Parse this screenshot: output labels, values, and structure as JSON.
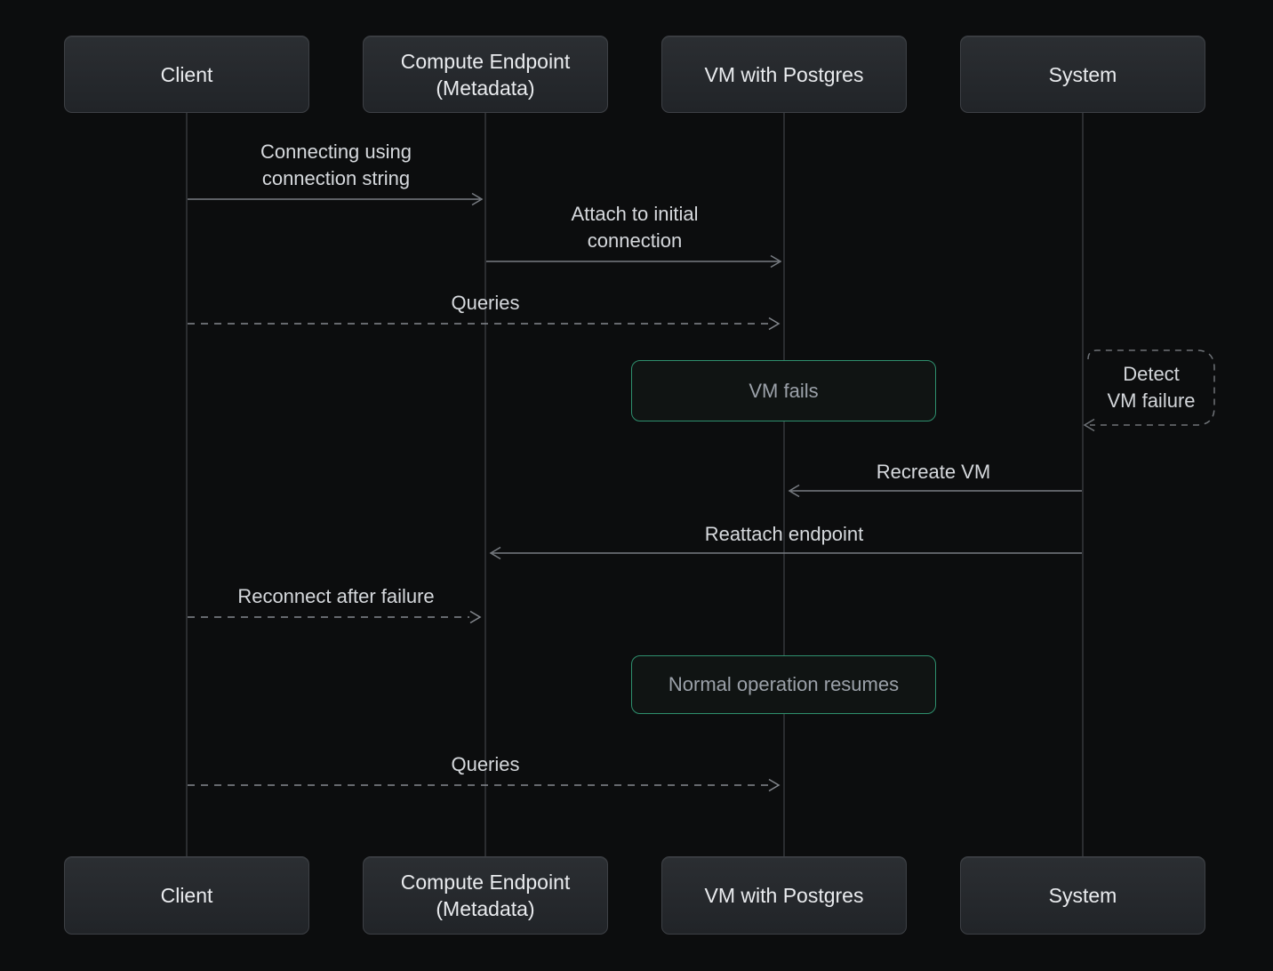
{
  "diagram": {
    "type": "sequence-diagram",
    "theme": {
      "background": "#0c0d0e",
      "actor_box_bg_top": "#2b2e32",
      "actor_box_bg_bottom": "#212428",
      "actor_box_border": "#3d4045",
      "actor_text": "#e9ebee",
      "lifeline": "#2b2d30",
      "solid_arrow": "#787c82",
      "dashed_arrow": "#84888e",
      "message_text": "#d6d9dd",
      "note_border_green": "#2e8f6d",
      "note_bg": "#101413",
      "note_text": "#9ba1a9"
    },
    "actors": [
      {
        "name": "client",
        "label": "Client"
      },
      {
        "name": "compute-endpoint",
        "label": "Compute Endpoint\n(Metadata)"
      },
      {
        "name": "vm-postgres",
        "label": "VM with Postgres"
      },
      {
        "name": "system",
        "label": "System"
      }
    ],
    "messages": [
      {
        "from": "Client",
        "to": "Compute Endpoint (Metadata)",
        "line": "solid",
        "label": "Connecting using\nconnection string"
      },
      {
        "from": "Compute Endpoint (Metadata)",
        "to": "VM with Postgres",
        "line": "solid",
        "label": "Attach to initial\nconnection"
      },
      {
        "from": "Client",
        "to": "VM with Postgres",
        "line": "dashed",
        "label": "Queries"
      },
      {
        "type": "note-over",
        "actor": "VM with Postgres",
        "label": "VM fails"
      },
      {
        "type": "self-message",
        "actor": "System",
        "line": "dashed",
        "label": "Detect\nVM failure"
      },
      {
        "from": "System",
        "to": "VM with Postgres",
        "line": "solid",
        "label": "Recreate VM"
      },
      {
        "from": "System",
        "to": "Compute Endpoint (Metadata)",
        "line": "solid",
        "label": "Reattach endpoint"
      },
      {
        "from": "Client",
        "to": "Compute Endpoint (Metadata)",
        "line": "dashed",
        "label": "Reconnect after failure"
      },
      {
        "type": "note-over",
        "actor": "VM with Postgres",
        "label": "Normal operation resumes"
      },
      {
        "from": "Client",
        "to": "VM with Postgres",
        "line": "dashed",
        "label": "Queries"
      }
    ]
  }
}
